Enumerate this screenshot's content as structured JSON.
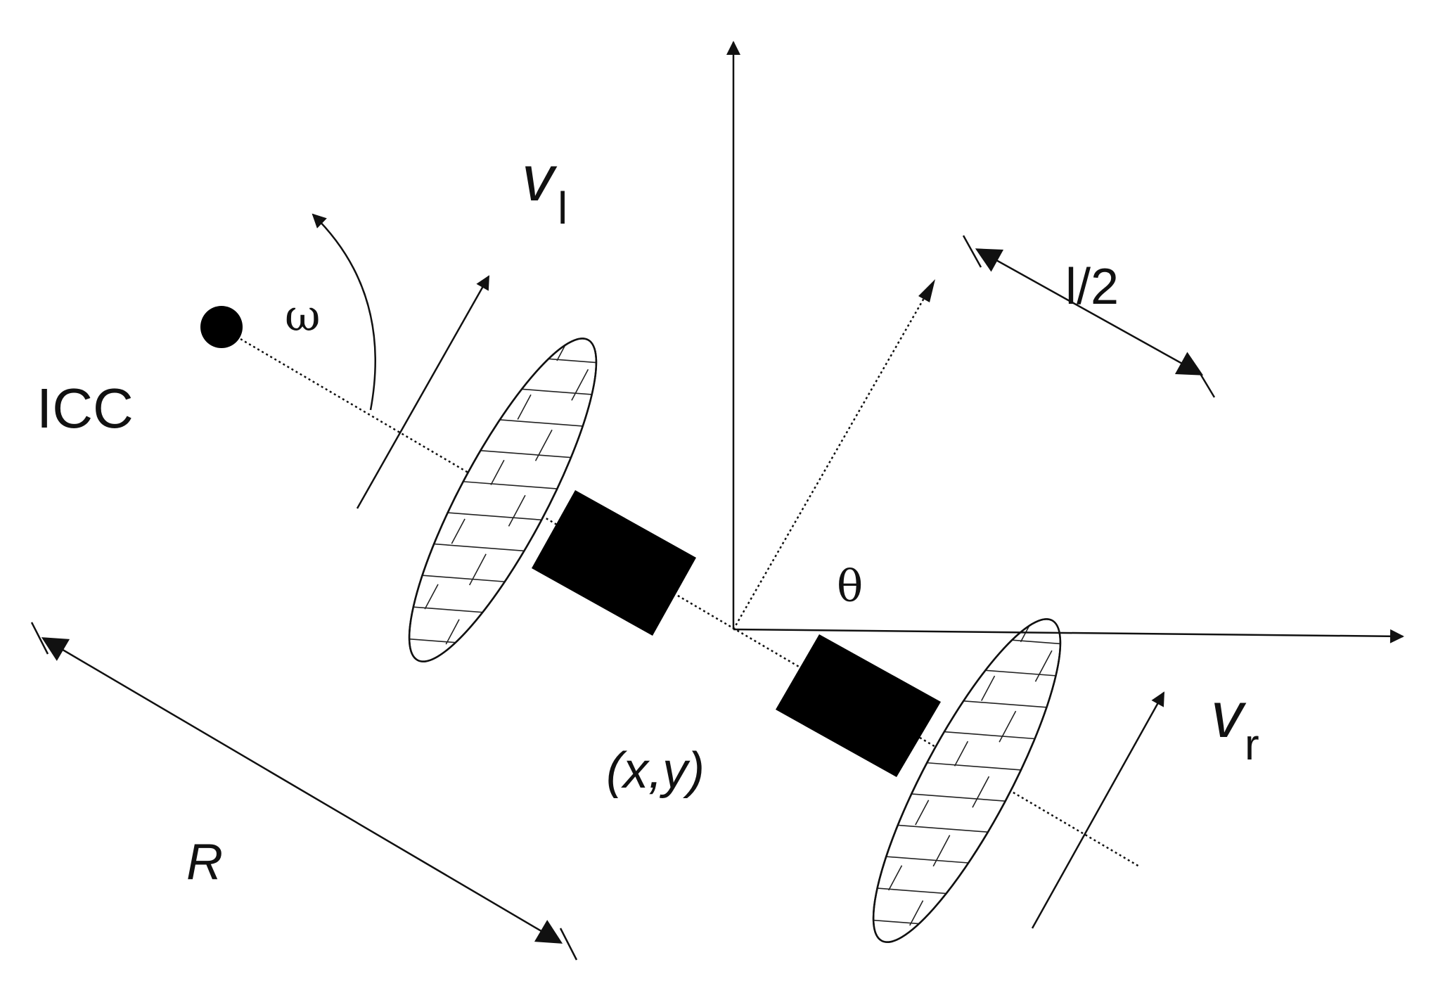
{
  "labels": {
    "icc": "ICC",
    "omega": "ω",
    "v_left": "v",
    "v_left_sub": "l",
    "v_right": "v",
    "v_right_sub": "r",
    "half_axle": "l/2",
    "theta": "θ",
    "position": "(x,y)",
    "radius": "R"
  },
  "colors": {
    "ink": "#111111",
    "background": "#ffffff"
  }
}
